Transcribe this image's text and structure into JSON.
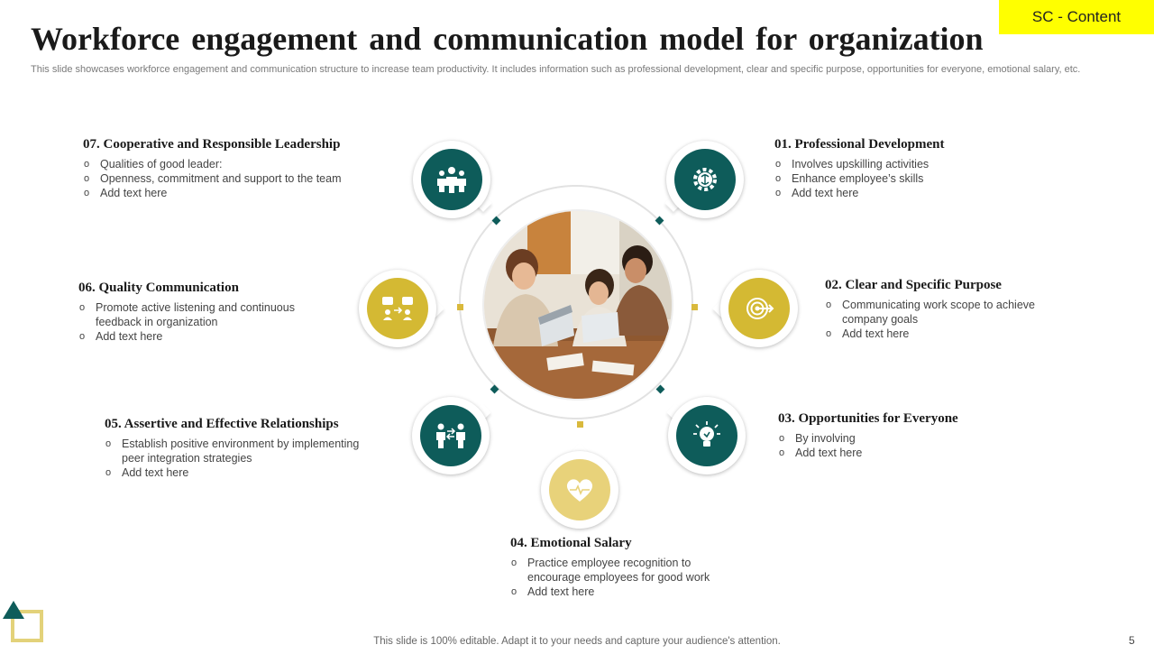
{
  "header": {
    "title": "Workforce engagement and communication model for organization",
    "subtitle": "This slide showcases workforce engagement and communication structure to increase team productivity. It includes information such as professional development, clear and specific purpose, opportunities for everyone, emotional salary, etc.",
    "tag": "SC - Content"
  },
  "colors": {
    "teal": "#0e5c5a",
    "gold": "#d4b933",
    "light_gold": "#e8d27a",
    "tag_yellow": "#ffff00"
  },
  "center_image": "team-meeting-photo",
  "items": {
    "i01": {
      "title": "01. Professional Development",
      "icon": "brain-gear-icon",
      "bullets": [
        "Involves  upskilling activities",
        "Enhance employee’s skills",
        "Add text here"
      ]
    },
    "i02": {
      "title": "02. Clear and Specific Purpose",
      "icon": "target-icon",
      "bullets": [
        "Communicating work scope to achieve   company goals",
        "Add text here"
      ]
    },
    "i03": {
      "title": "03. Opportunities  for Everyone",
      "icon": "idea-bulb-icon",
      "bullets": [
        "By involving",
        "Add text here"
      ]
    },
    "i04": {
      "title": "04. Emotional  Salary",
      "icon": "heart-pulse-icon",
      "bullets": [
        "Practice employee recognition to encourage employees for good work",
        "Add text here"
      ]
    },
    "i05": {
      "title": "05. Assertive and Effective Relationships",
      "icon": "people-exchange-icon",
      "bullets": [
        "Establish positive environment  by implementing peer integration strategies",
        "Add text here"
      ]
    },
    "i06": {
      "title": "06. Quality  Communication",
      "icon": "chat-people-icon",
      "bullets": [
        "Promote active listening and continuous feedback in organization",
        "Add text here"
      ]
    },
    "i07": {
      "title": "07. Cooperative  and Responsible Leadership",
      "icon": "team-leader-icon",
      "bullets": [
        "Qualities of good leader:",
        "Openness,  commitment and support to the team",
        " Add text here"
      ]
    }
  },
  "footer": {
    "note": "This slide is 100% editable. Adapt it to your needs and capture your audience's attention.",
    "page_number": "5"
  }
}
